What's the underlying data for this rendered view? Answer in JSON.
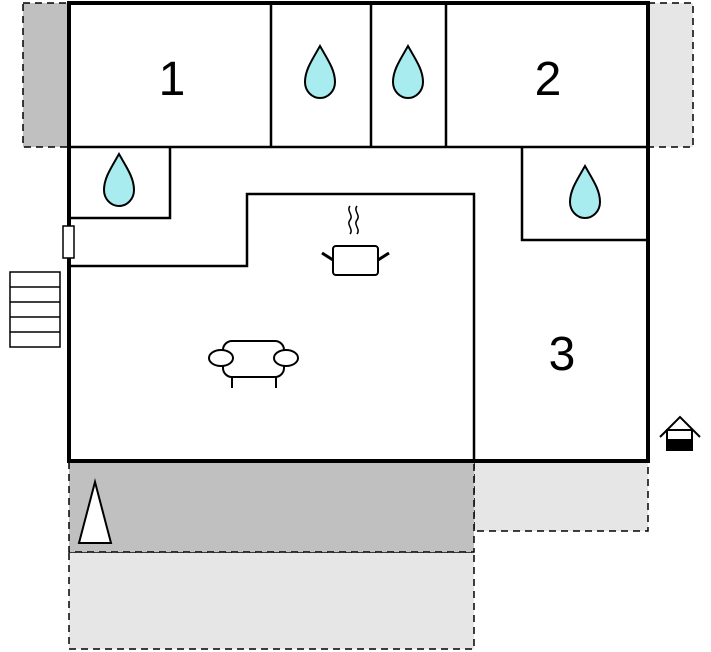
{
  "rooms": {
    "bedroom_1": {
      "label": "1"
    },
    "bedroom_2": {
      "label": "2"
    },
    "bedroom_3": {
      "label": "3"
    }
  },
  "colors": {
    "wall": "#000000",
    "terrace_dark": "#c0c0c0",
    "terrace_light": "#e6e6e6",
    "water_drop": "#a8ecf0",
    "background": "#ffffff"
  },
  "icons": {
    "bathroom": "water-drop-icon",
    "kitchen": "cooking-pot-icon",
    "living_room": "sofa-icon",
    "stairs": "stairs-icon",
    "well": "well-icon",
    "tree": "tree-icon"
  }
}
